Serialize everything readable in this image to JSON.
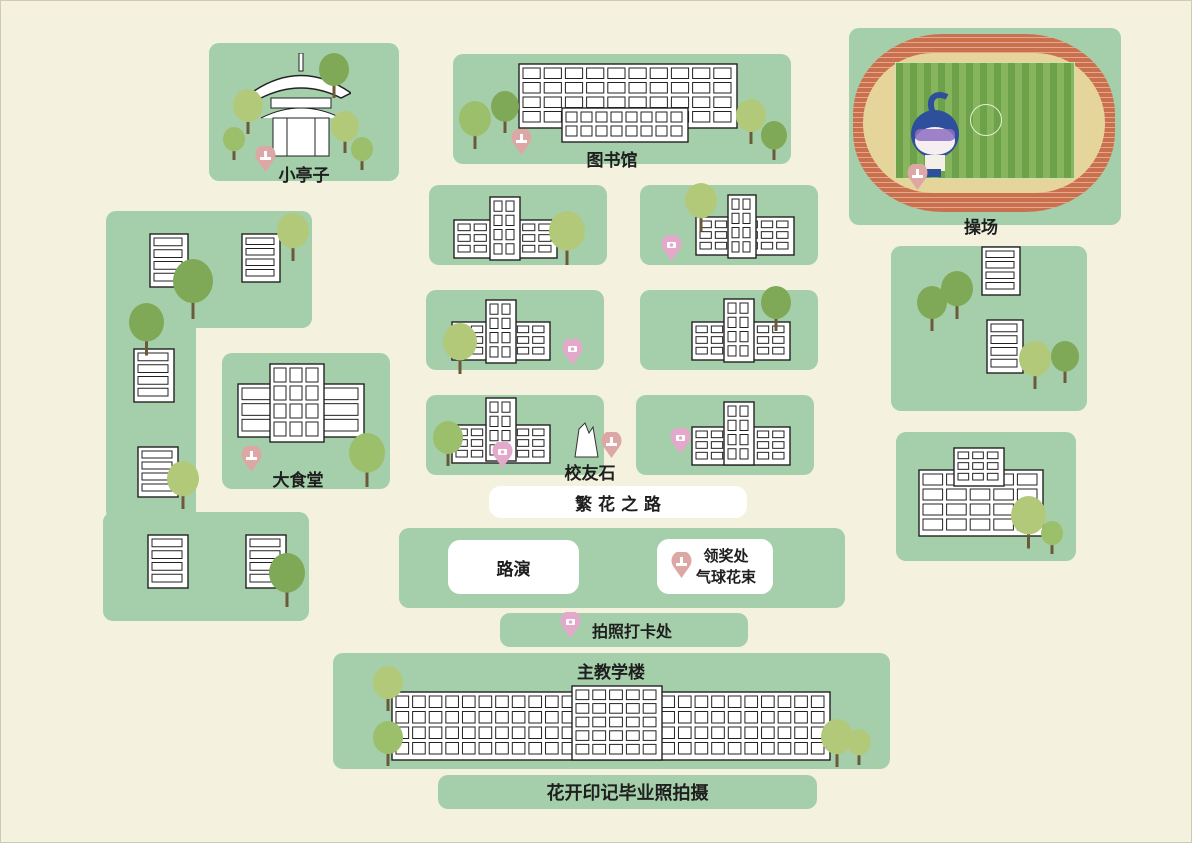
{
  "map": {
    "locations": {
      "pavilion": "小亭子",
      "library": "图书馆",
      "library_sign": "图书馆",
      "playground": "操场",
      "canteen": "大食堂",
      "alumni_stone": "校友石",
      "main_building": "主教学楼"
    },
    "road": "繁 花 之 路",
    "activities": {
      "roadshow": "路演",
      "prize_line1": "领奖处",
      "prize_line2": "气球花束",
      "photo_checkin": "拍照打卡处",
      "graduation_photo": "花开印记毕业照拍摄"
    },
    "legend_icons": [
      "stamp-pin-icon",
      "camera-pin-icon"
    ],
    "colors": {
      "background": "#f4f2df",
      "block": "#a5cfaa",
      "stamp_pin": "#dca7a5",
      "camera_pin": "#e2a9cb",
      "track": "#c9714f",
      "field": "#6ea24a"
    }
  }
}
